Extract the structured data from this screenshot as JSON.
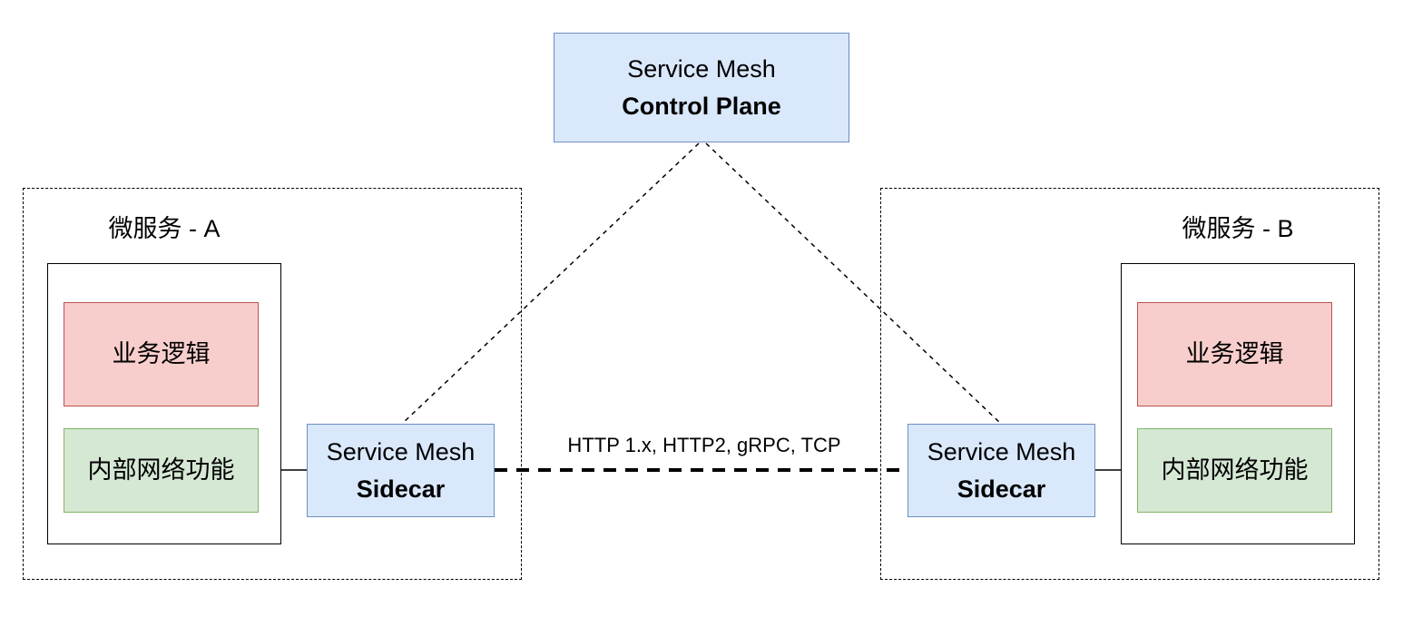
{
  "control_plane": {
    "line1": "Service Mesh",
    "line2": "Control Plane"
  },
  "service_a": {
    "title": "微服务 - A",
    "business_logic": "业务逻辑",
    "internal_network": "内部网络功能",
    "sidecar_line1": "Service Mesh",
    "sidecar_line2": "Sidecar"
  },
  "service_b": {
    "title": "微服务 - B",
    "business_logic": "业务逻辑",
    "internal_network": "内部网络功能",
    "sidecar_line1": "Service Mesh",
    "sidecar_line2": "Sidecar"
  },
  "link_label": "HTTP 1.x, HTTP2, gRPC, TCP",
  "colors": {
    "node_blue_fill": "#dae8fc",
    "node_blue_stroke": "#6c8ebf",
    "node_red_fill": "#f8cecc",
    "node_red_stroke": "#b85450",
    "node_green_fill": "#d5e8d4",
    "node_green_stroke": "#82b366",
    "line_color": "#000000"
  }
}
